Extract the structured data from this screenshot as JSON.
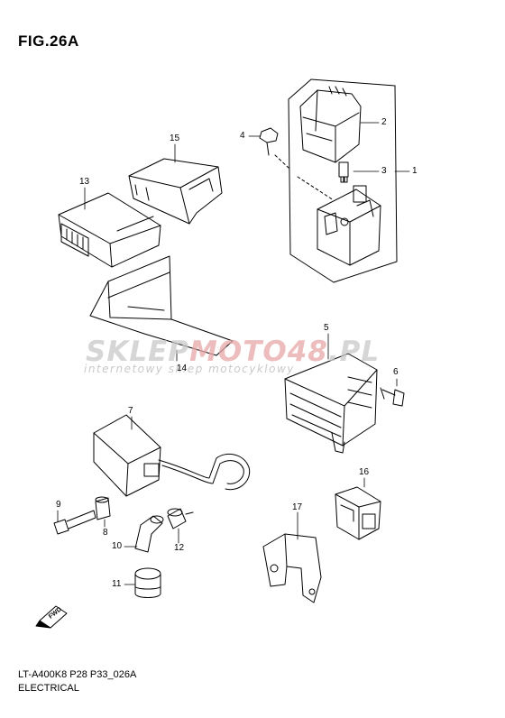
{
  "figure": {
    "title": "FIG.26A",
    "model_code": "LT-A400K8 P28 P33_026A",
    "section": "ELECTRICAL",
    "forward_label": "FWD"
  },
  "callouts": [
    "1",
    "2",
    "3",
    "4",
    "5",
    "6",
    "7",
    "8",
    "9",
    "10",
    "11",
    "12",
    "13",
    "14",
    "15",
    "16",
    "17"
  ],
  "watermark": {
    "brand_part1": "SKLEP",
    "brand_part2": "MOTO",
    "brand_part3": "48",
    "brand_part4": ".PL",
    "tagline": "internetowy sklep motocyklowy"
  }
}
